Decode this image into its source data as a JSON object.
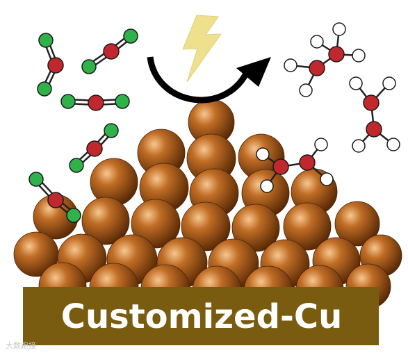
{
  "label": "Customized-Cu",
  "watermark": "大数跑接",
  "colors": {
    "copper_light": "#f7c78f",
    "copper_mid": "#c06d25",
    "copper_dark": "#5a2a06",
    "substrate": "#7a5c10",
    "oxygen": "#c0282d",
    "carbon": "#2fb24a",
    "hydrogen": "#ffffff",
    "bolt": "#efe08d",
    "arrow": "#000000",
    "label_text": "#ffffff"
  },
  "icons": {
    "bolt": "lightning-bolt-icon",
    "arrow": "curved-arrow-icon"
  },
  "molecules": {
    "reactant": "CO2",
    "product": "CH3-OH"
  }
}
